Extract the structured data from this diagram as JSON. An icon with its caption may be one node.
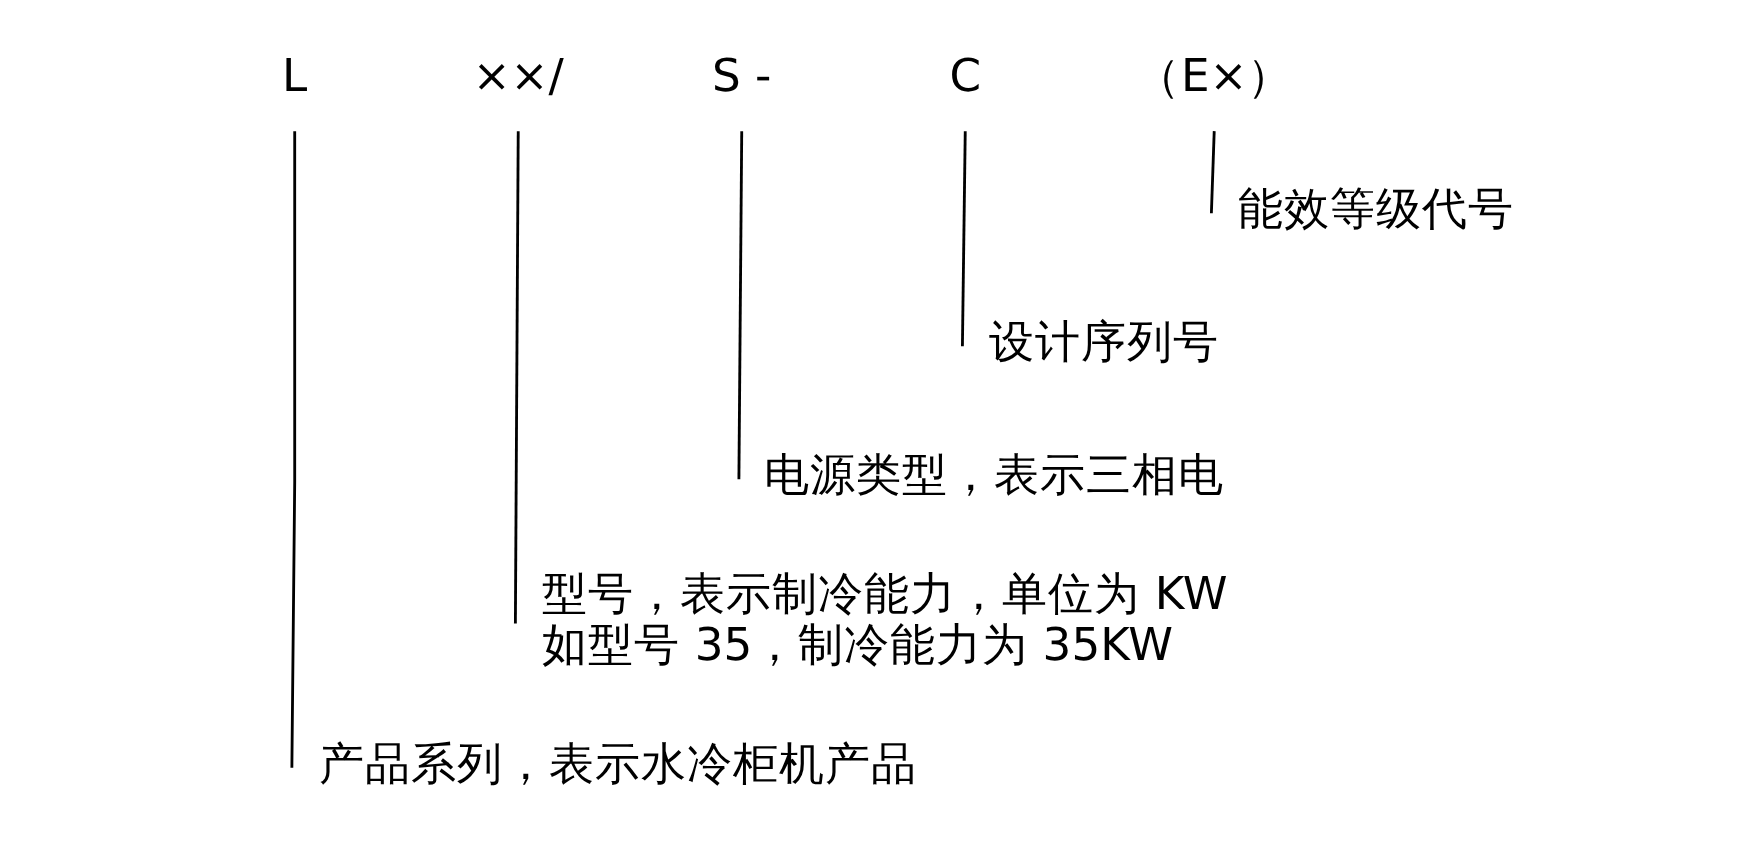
{
  "diagram": {
    "nodes": [
      {
        "text": [
          "L"
        ]
      },
      {
        "text": [
          "××/"
        ]
      },
      {
        "text": [
          "S -"
        ]
      },
      {
        "text": [
          "C"
        ]
      },
      {
        "text": [
          "（E×）"
        ]
      },
      {
        "text": [
          "能效等级代号"
        ]
      },
      {
        "text": [
          "设计序列号"
        ]
      },
      {
        "text": [
          "电源类型，表示三相电"
        ]
      },
      {
        "text": [
          "型号，表示制冷能力，单位为 KW",
          "如型号 35，制冷能力为 35KW"
        ]
      },
      {
        "text": [
          "产品系列，表示水冷柜机产品"
        ]
      }
    ],
    "edges": [
      {
        "from": 5,
        "to": 4,
        "arrow": "none"
      },
      {
        "from": 6,
        "to": 3,
        "arrow": "none"
      },
      {
        "from": 7,
        "to": 2,
        "arrow": "none"
      },
      {
        "from": 8,
        "to": 1,
        "arrow": "none"
      },
      {
        "from": 9,
        "to": 0,
        "arrow": "none"
      }
    ]
  }
}
